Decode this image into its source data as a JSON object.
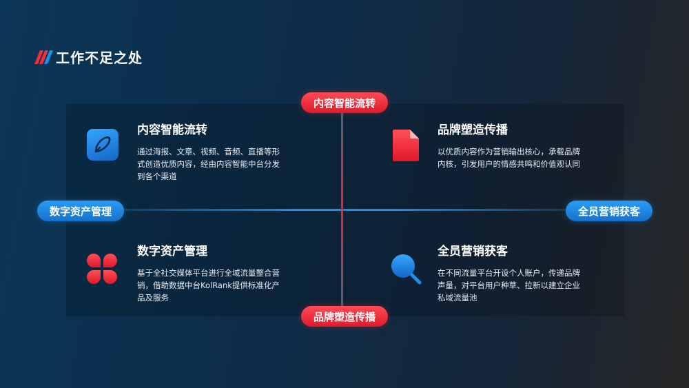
{
  "page_title": "工作不足之处",
  "axes": {
    "top": "内容智能流转",
    "bottom": "品牌塑造传播",
    "left": "数字资产管理",
    "right": "全员营销获客"
  },
  "quadrants": [
    {
      "title": "内容智能流转",
      "text": "通过海报、文章、视频、音频、直播等形式创造优质内容，经由内容智能中台分发到各个渠道",
      "icon": "pen-icon"
    },
    {
      "title": "品牌塑造传播",
      "text": "以优质内容作为营销输出核心，承载品牌内核，引发用户的情感共鸣和价值观认同",
      "icon": "document-icon"
    },
    {
      "title": "数字资产管理",
      "text": "基于全社交媒体平台进行全域流量整合营销，借助数据中台KolRank提供标准化产品及服务",
      "icon": "clover-icon"
    },
    {
      "title": "全员营销获客",
      "text": "在不同流量平台开设个人账户，传递品牌声量，对平台用户种草、拉新以建立企业私域流量池",
      "icon": "search-icon"
    }
  ],
  "colors": {
    "accent_red": "#f0303b",
    "accent_blue": "#1e8fe8"
  }
}
